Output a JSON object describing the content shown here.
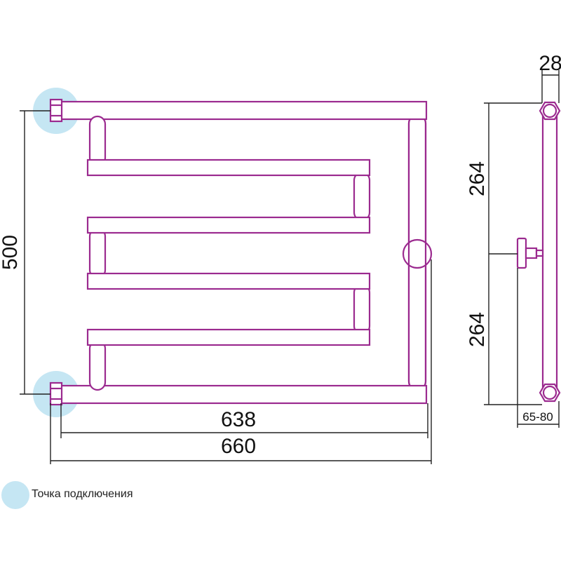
{
  "colors": {
    "tube": "#9b2a8f",
    "connection_point": "#c5e6f3",
    "dimension": "#222222"
  },
  "dimensions": {
    "height": "500",
    "width_inner": "638",
    "width_total": "660",
    "upper_half": "264",
    "lower_half": "264",
    "pipe_diameter": "28",
    "wall_offset": "65-80"
  },
  "legend": {
    "label": "Точка подключения"
  }
}
